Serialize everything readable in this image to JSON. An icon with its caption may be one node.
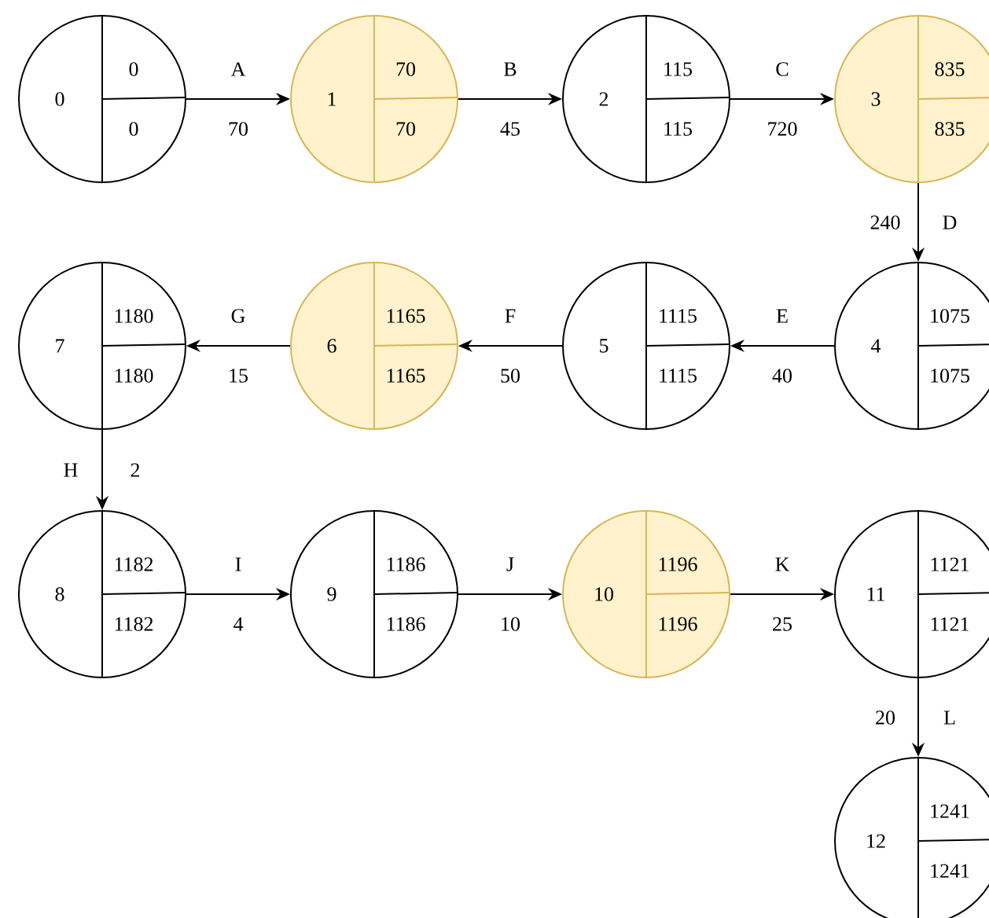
{
  "diagram": {
    "nodes": [
      {
        "text": [
          "0",
          "0",
          "0"
        ]
      },
      {
        "text": [
          "1",
          "70",
          "70"
        ]
      },
      {
        "text": [
          "2",
          "115",
          "115"
        ]
      },
      {
        "text": [
          "3",
          "835",
          "835"
        ]
      },
      {
        "text": [
          "4",
          "1075",
          "1075"
        ]
      },
      {
        "text": [
          "5",
          "1115",
          "1115"
        ]
      },
      {
        "text": [
          "6",
          "1165",
          "1165"
        ]
      },
      {
        "text": [
          "7",
          "1180",
          "1180"
        ]
      },
      {
        "text": [
          "8",
          "1182",
          "1182"
        ]
      },
      {
        "text": [
          "9",
          "1186",
          "1186"
        ]
      },
      {
        "text": [
          "10",
          "1196",
          "1196"
        ]
      },
      {
        "text": [
          "11",
          "1121",
          "1121"
        ]
      },
      {
        "text": [
          "12",
          "1241",
          "1241"
        ]
      }
    ],
    "edges": [
      {
        "from": 0,
        "to": 1,
        "arrow": "to",
        "label": [
          "A",
          "70"
        ]
      },
      {
        "from": 1,
        "to": 2,
        "arrow": "to",
        "label": [
          "B",
          "45"
        ]
      },
      {
        "from": 2,
        "to": 3,
        "arrow": "to",
        "label": [
          "C",
          "720"
        ]
      },
      {
        "from": 3,
        "to": 4,
        "arrow": "to",
        "label": [
          "D",
          "240"
        ]
      },
      {
        "from": 4,
        "to": 5,
        "arrow": "to",
        "label": [
          "E",
          "40"
        ]
      },
      {
        "from": 5,
        "to": 6,
        "arrow": "to",
        "label": [
          "F",
          "50"
        ]
      },
      {
        "from": 6,
        "to": 7,
        "arrow": "to",
        "label": [
          "G",
          "15"
        ]
      },
      {
        "from": 7,
        "to": 8,
        "arrow": "to",
        "label": [
          "H",
          "2"
        ]
      },
      {
        "from": 8,
        "to": 9,
        "arrow": "to",
        "label": [
          "I",
          "4"
        ]
      },
      {
        "from": 9,
        "to": 10,
        "arrow": "to",
        "label": [
          "J",
          "10"
        ]
      },
      {
        "from": 10,
        "to": 11,
        "arrow": "to",
        "label": [
          "K",
          "25"
        ]
      },
      {
        "from": 11,
        "to": 12,
        "arrow": "to",
        "label": [
          "L",
          "20"
        ]
      }
    ]
  }
}
